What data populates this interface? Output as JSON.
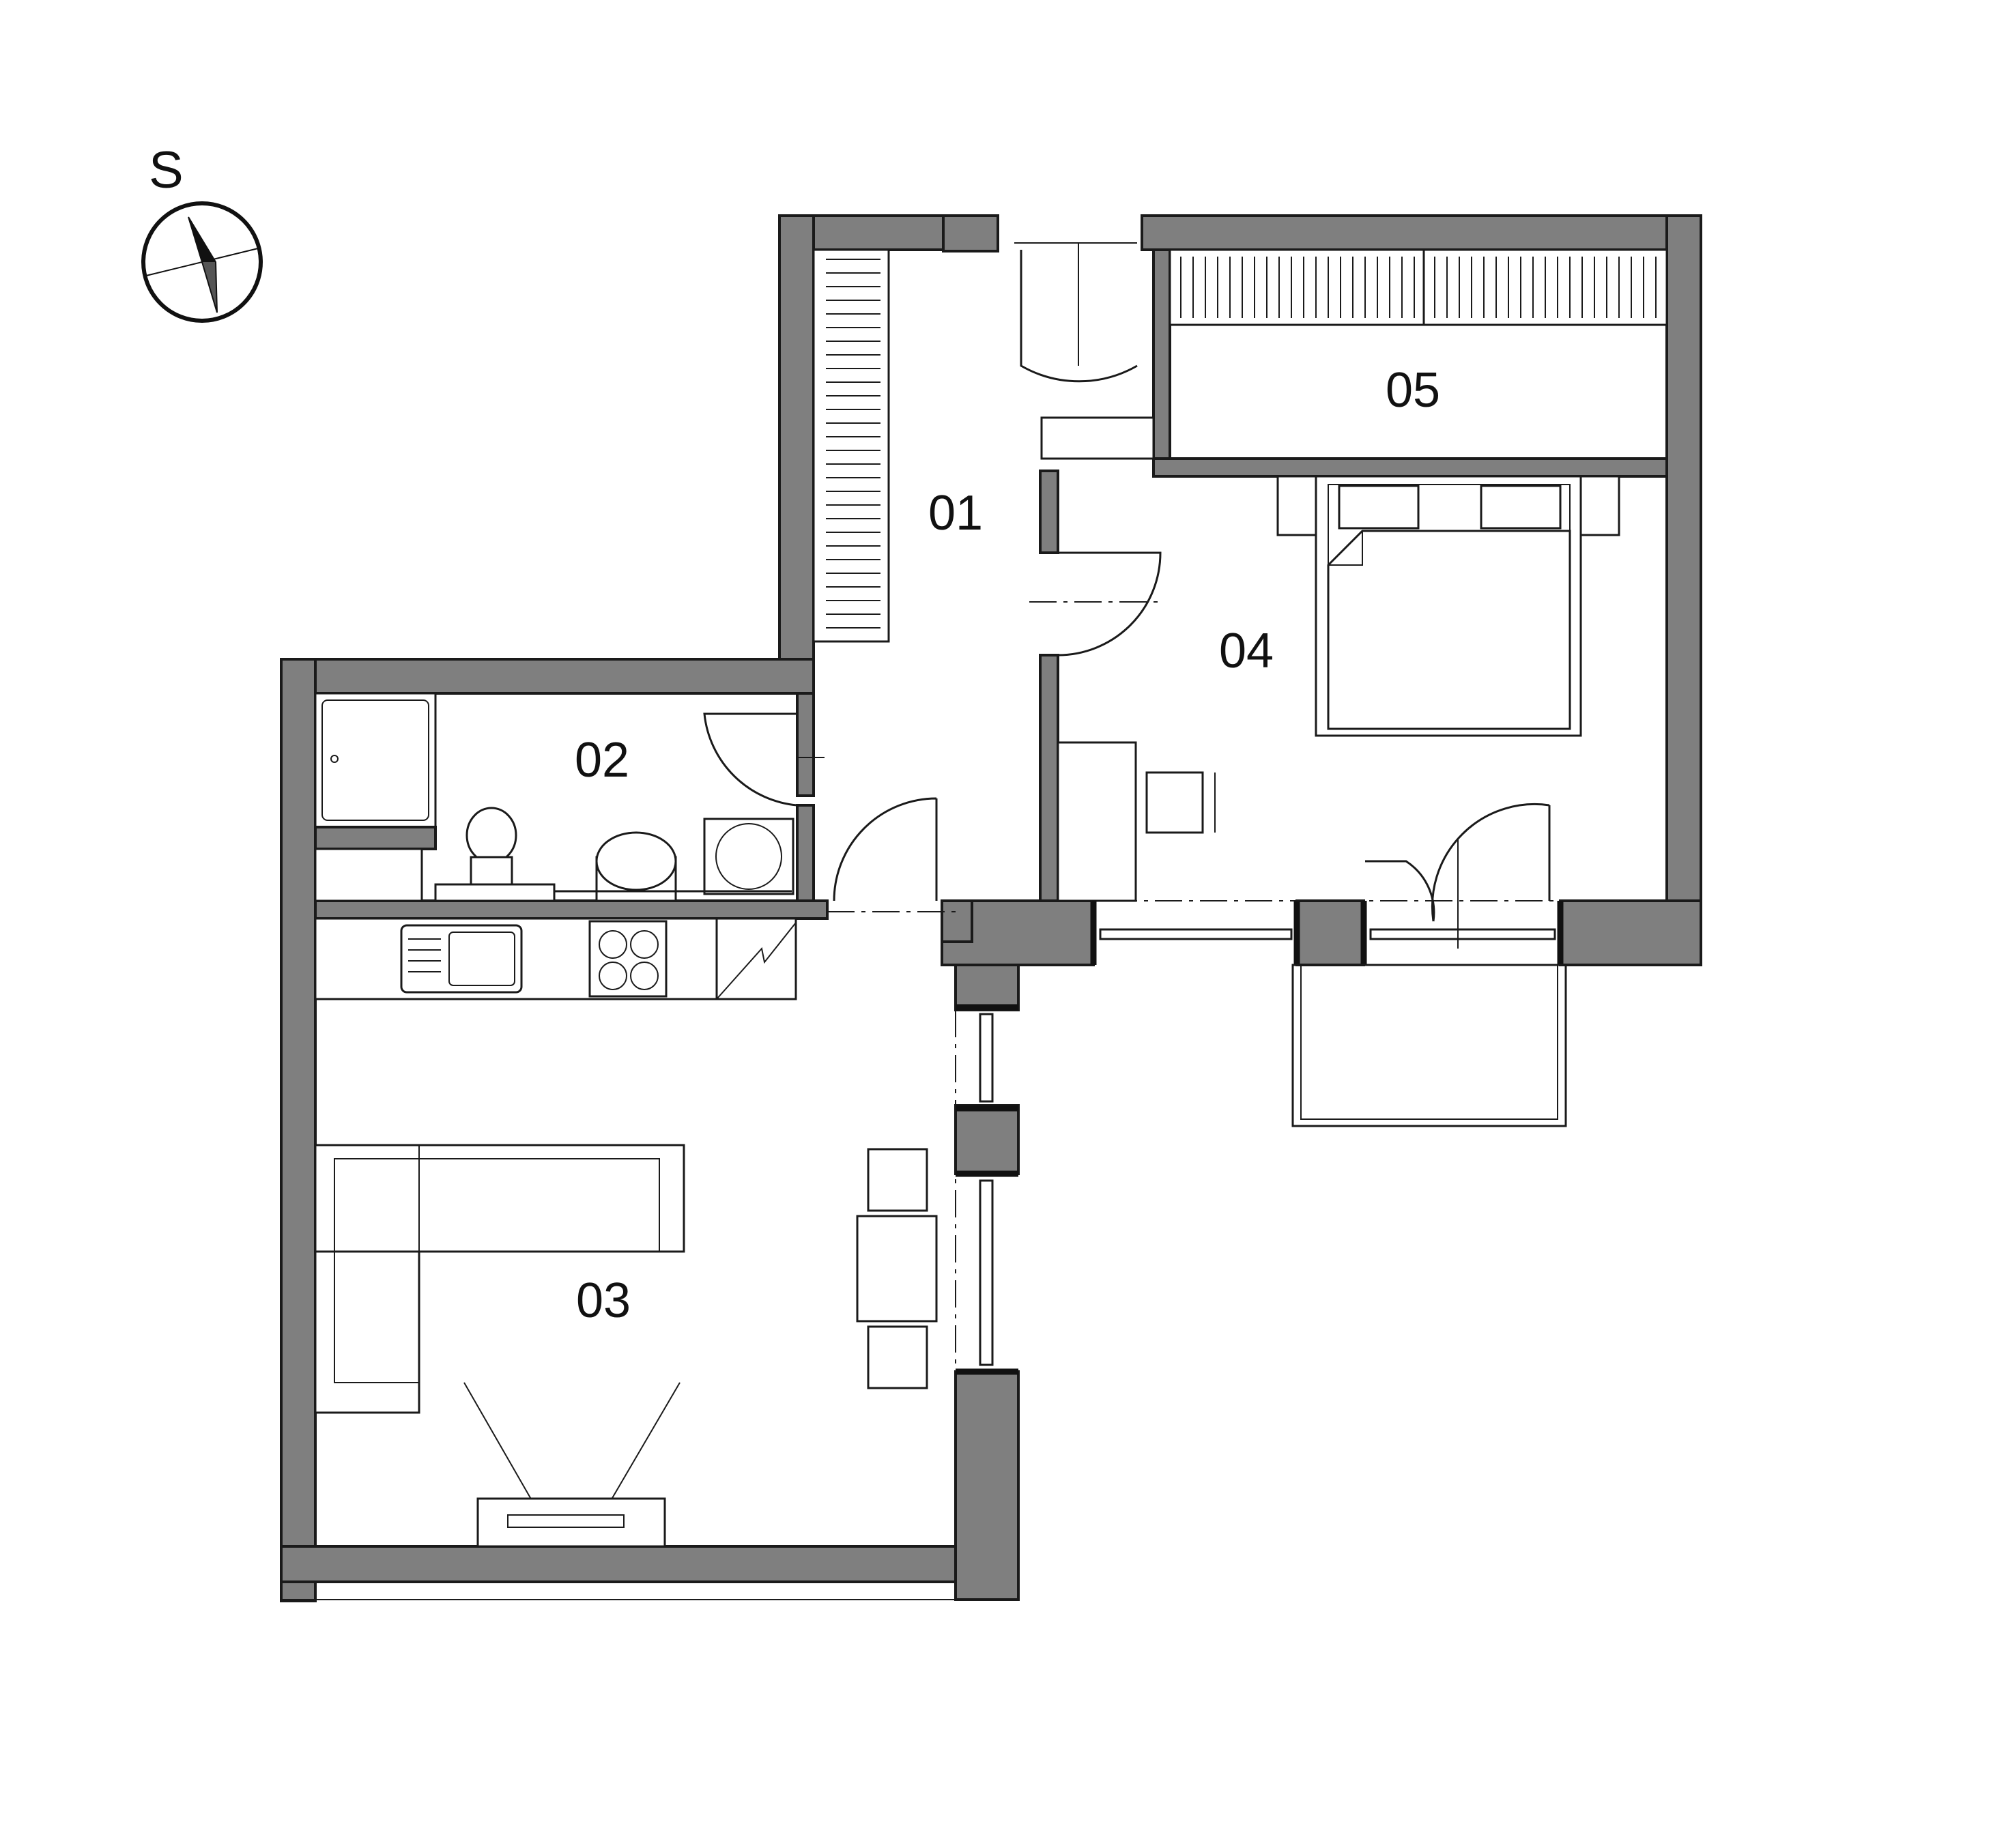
{
  "compass": {
    "label": "S",
    "icon": "compass-rose-icon"
  },
  "rooms": [
    {
      "id": "room-01",
      "label": "01"
    },
    {
      "id": "room-02",
      "label": "02"
    },
    {
      "id": "room-03",
      "label": "03"
    },
    {
      "id": "room-04",
      "label": "04"
    },
    {
      "id": "room-05",
      "label": "05"
    }
  ],
  "colors": {
    "wall": "#7f7f7f",
    "line": "#1a1a1a",
    "background": "#ffffff"
  }
}
